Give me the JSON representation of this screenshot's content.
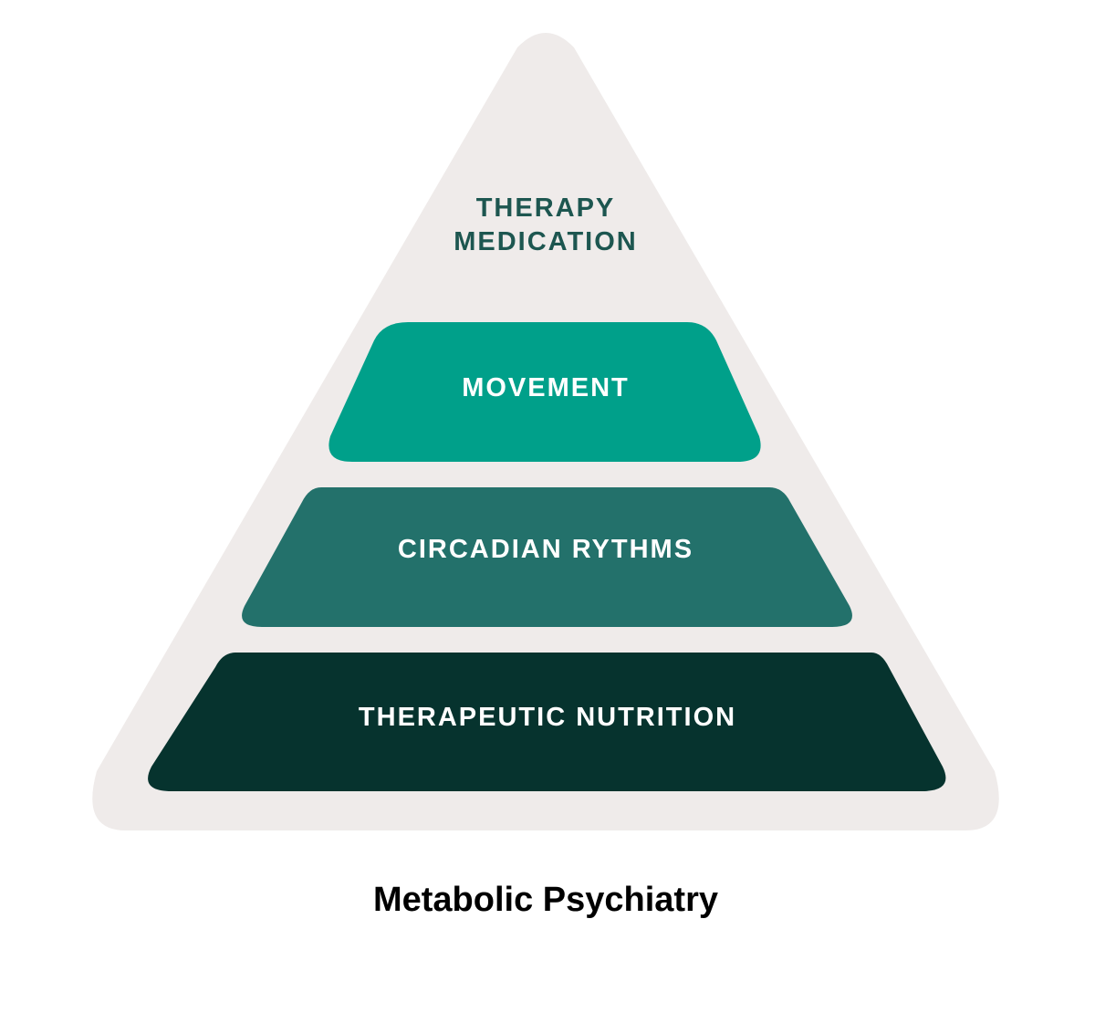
{
  "diagram": {
    "caption": "Metabolic Psychiatry",
    "apex": {
      "lines": [
        "THERAPY",
        "MEDICATION"
      ]
    },
    "tiers": [
      {
        "label": "MOVEMENT"
      },
      {
        "label": "CIRCADIAN RYTHMS"
      },
      {
        "label": "THERAPEUTIC NUTRITION"
      }
    ]
  },
  "colors": {
    "background_triangle": "#efebea",
    "apex_text": "#1d5650",
    "tier_movement": "#00a08a",
    "tier_circadian": "#23716b",
    "tier_nutrition": "#06332e",
    "tier_text": "#ffffff",
    "caption_text": "#000000"
  }
}
